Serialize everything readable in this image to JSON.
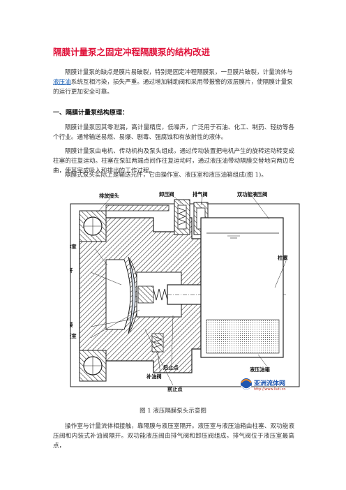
{
  "title": "隔膜计量泵之固定冲程隔膜泵的结构改进",
  "intro": {
    "line1": "隔膜计量泵的缺点是膜片易破裂，特别是固定冲程隔膜泵，一旦膜片破裂，计量流体与",
    "link_text": "液压油",
    "line2_rest": "系统互相污染，损失严重。通过增加辅助阀和采用带报警的双层膜片，使隔膜计量泵",
    "line3": "的运行更加安全可靠。"
  },
  "section1": {
    "heading": "一、隔膜计量泵结构原理：",
    "p1": "隔膜计量泵因其零泄漏，高计量精度，低噪声，广泛用于石油、化工、制药、轻纺等各个行业。通常输送易燃、易爆、剧毒、强腐蚀和有放射性的液体。",
    "p2": "隔膜计量泵由电机、传动机构及泵头组成，通过传动装置把电机产生的旋转运动转变成柱塞的往复运动。柱塞在泵缸两端点间作往复运动时，通过液压油带动隔膜交替地向两边弯曲，使其完成吸入和排出的工作过程。",
    "p3": "隔膜式泵头实际上是输送元件，它由操作室、液压室和液压油箱组成(图 1)。"
  },
  "figure": {
    "labels": {
      "exhaust_joint": "排放接头",
      "unload_valve": "卸压阀",
      "vent_valve": "排气阀",
      "dual_valve": "双功能液压阀",
      "plunger": "柱塞",
      "operating_chamber": "操作室",
      "push_rod": "推杆",
      "diaphragm": "隔膜",
      "hydraulic_chamber": "液压室",
      "back_stop": "后止点",
      "oil_tank": "液压油箱",
      "refill_valve": "补油阀",
      "front_stop": "前止点"
    },
    "logo": {
      "name": "亚洲流体网",
      "url": "http://www.liuti.cn"
    },
    "caption": "图 1  液压隔膜泵头示意图"
  },
  "section2": {
    "p1": "操作室与计量流体相接触，靠隔膜与液压室隔开。液压室与液压油箱由柱塞、双功能液压阀和内装式补油阀隔开。双功能液压阀由排气阀和卸压阀组成。排气阀位于液压室最高点，"
  },
  "colors": {
    "title": "#e0123a",
    "link": "#1a5fb4",
    "text": "#3a3a3a",
    "hatch": "#222222",
    "logo_blue": "#1e56b0",
    "logo_orange": "#f08a24"
  }
}
